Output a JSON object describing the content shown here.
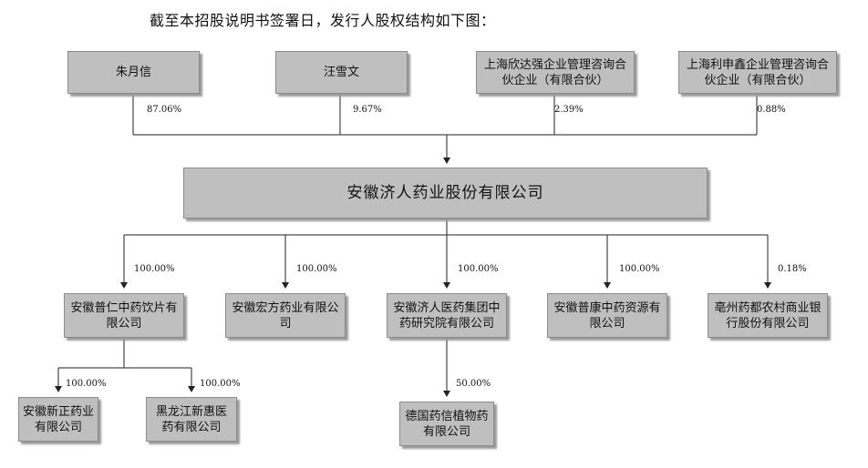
{
  "intro": "截至本招股说明书签署日，发行人股权结构如下图：",
  "shareholders": [
    {
      "label": "朱月信",
      "percent": "87.06%"
    },
    {
      "label": "汪雪文",
      "percent": "9.67%"
    },
    {
      "label": "上海欣达强企业管理咨询合伙企业（有限合伙）",
      "percent": "2.39%"
    },
    {
      "label": "上海利申鑫企业管理咨询合伙企业（有限合伙）",
      "percent": "0.88%"
    }
  ],
  "company": "安徽济人药业股份有限公司",
  "subsidiaries": [
    {
      "label": "安徽普仁中药饮片有限公司",
      "percent": "100.00%"
    },
    {
      "label": "安徽宏方药业有限公司",
      "percent": "100.00%"
    },
    {
      "label": "安徽济人医药集团中药研究院有限公司",
      "percent": "100.00%"
    },
    {
      "label": "安徽普康中药资源有限公司",
      "percent": "100.00%"
    },
    {
      "label": "亳州药都农村商业银行股份有限公司",
      "percent": "0.18%"
    }
  ],
  "sub_subsidiaries": [
    {
      "label": "安徽新正药业有限公司",
      "percent": "100.00%"
    },
    {
      "label": "黑龙江新惠医药有限公司",
      "percent": "100.00%"
    },
    {
      "label": "德国药信植物药有限公司",
      "percent": "50.00%"
    }
  ]
}
